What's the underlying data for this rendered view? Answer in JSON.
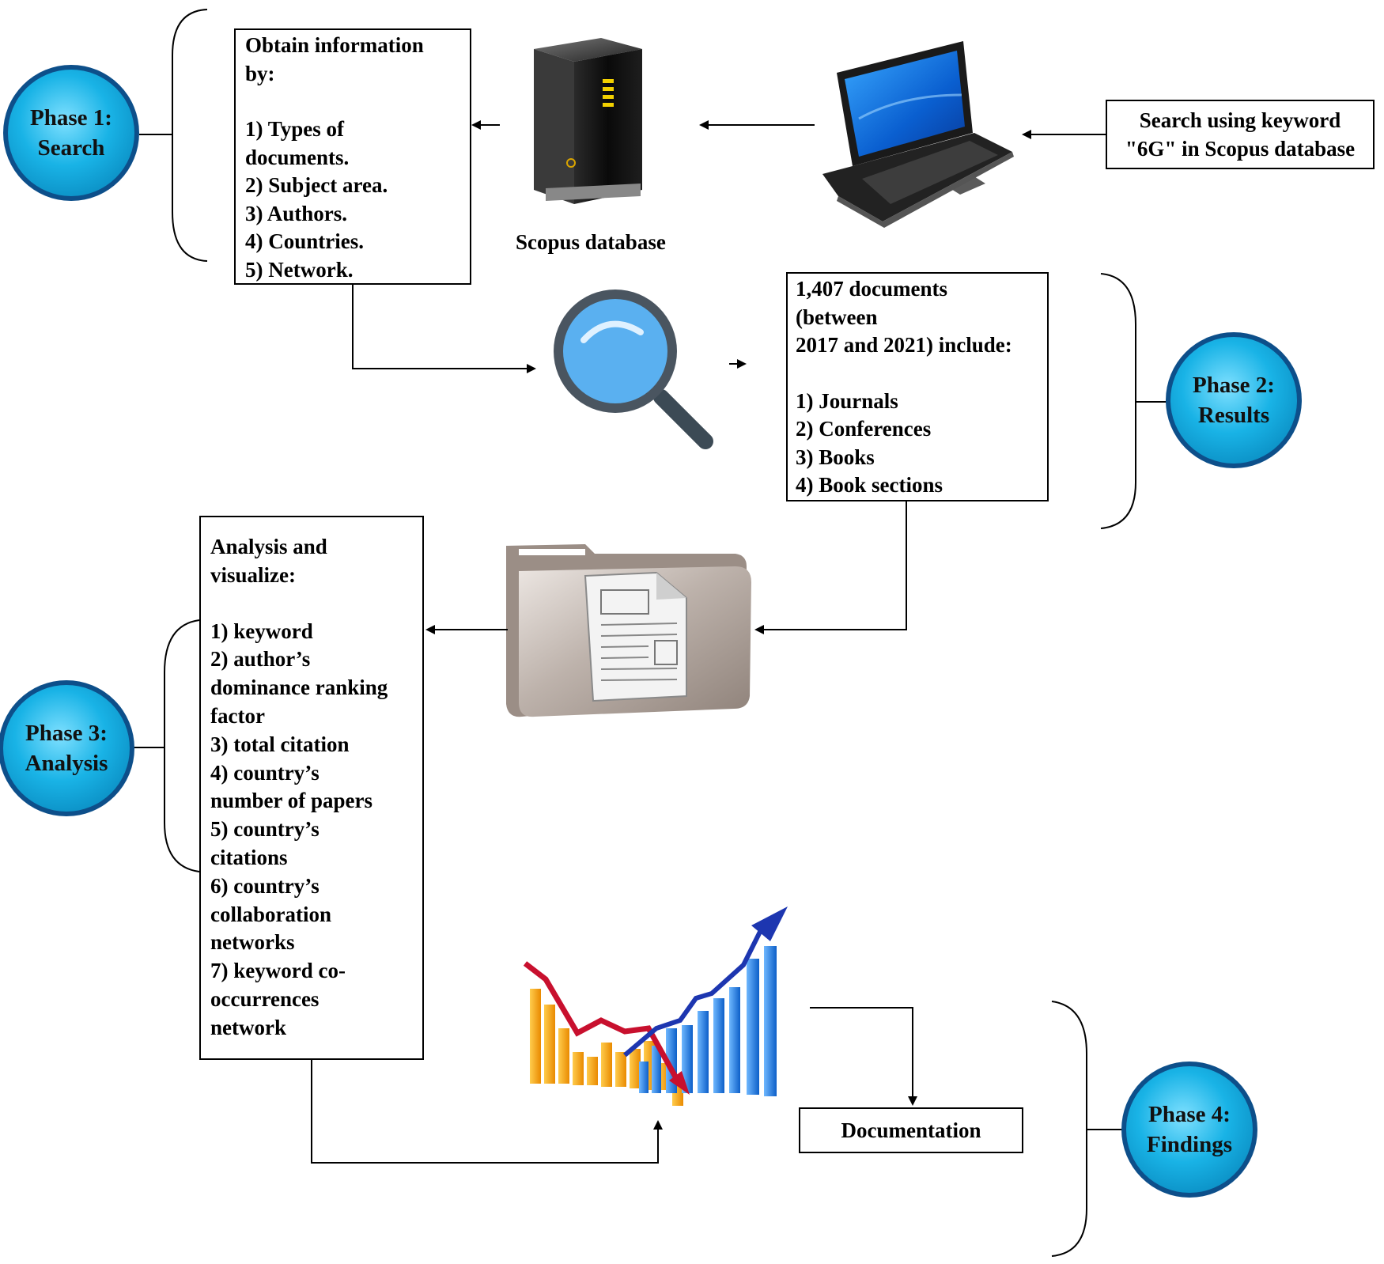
{
  "phases": [
    {
      "id": "phase-1",
      "line1": "Phase 1:",
      "line2": "Search"
    },
    {
      "id": "phase-2",
      "line1": "Phase 2:",
      "line2": "Results"
    },
    {
      "id": "phase-3",
      "line1": "Phase 3:",
      "line2": "Analysis"
    },
    {
      "id": "phase-4",
      "line1": "Phase 4:",
      "line2": "Findings"
    }
  ],
  "obtain_box": {
    "title": "Obtain information\nby:",
    "items": [
      "1) Types of",
      "documents.",
      "2) Subject area.",
      "3) Authors.",
      "4) Countries.",
      "5) Network."
    ]
  },
  "search_box": {
    "line1": "Search using keyword",
    "line2": "\"6G\" in Scopus database"
  },
  "scopus_label": "Scopus database",
  "results_box": {
    "title": "1,407 documents\n(between\n2017 and 2021) include:",
    "items": [
      "1) Journals",
      "2) Conferences",
      "3) Books",
      "4) Book sections"
    ]
  },
  "analysis_box": {
    "title": "Analysis and\nvisualize:",
    "items": [
      "1) keyword",
      "2) author’s",
      "dominance ranking",
      "factor",
      "3) total citation",
      "4) country’s",
      "number of papers",
      "5) country’s",
      "citations",
      "6)  country’s",
      "collaboration",
      "networks",
      "7) keyword co-",
      "occurrences",
      "network"
    ]
  },
  "documentation_label": "Documentation",
  "icons": [
    "server-icon",
    "laptop-icon",
    "magnifier-icon",
    "folder-icon",
    "growth-chart-icon"
  ],
  "colors": {
    "phase_fill": "#19b3e6",
    "phase_border": "#0d4f8a",
    "magnifier_fill": "#5ab0f0",
    "bar_orange": "#f5a623",
    "bar_blue": "#1f7fe0"
  }
}
